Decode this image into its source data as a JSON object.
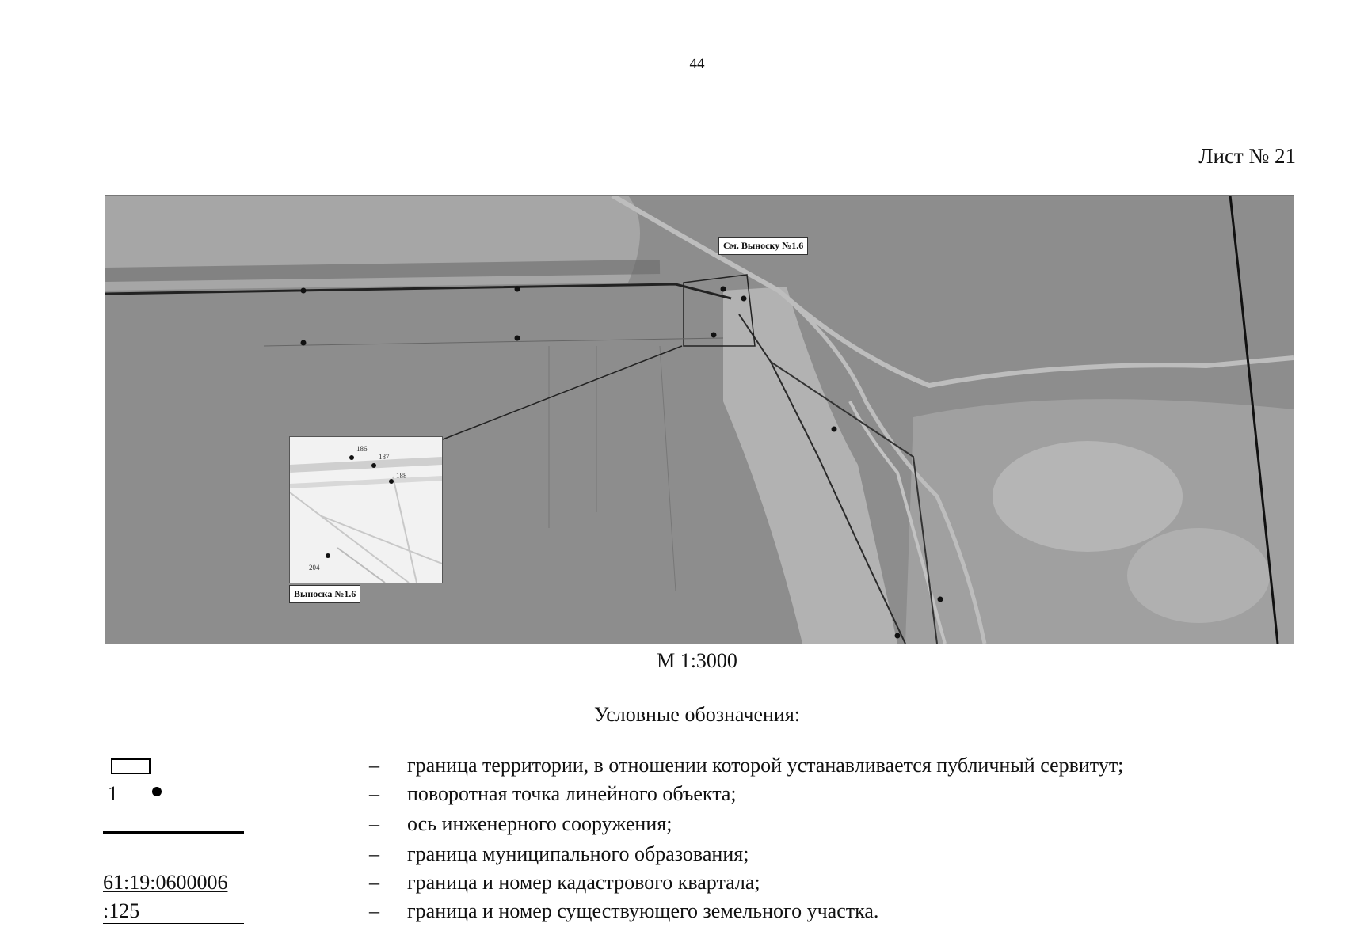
{
  "page": {
    "number": "44",
    "sheet_label": "Лист № 21"
  },
  "map": {
    "callout_tag": "См. Выноску №1.6",
    "inset_label": "Выноска №1.6",
    "inset_points": [
      "186",
      "187",
      "188",
      "204"
    ],
    "scale": "М 1:3000",
    "colors": {
      "background": "#8d8d8d",
      "road": "#b9b9b9",
      "boundary": "#1a1a1a"
    }
  },
  "legend": {
    "title": "Условные обозначения:",
    "items": [
      {
        "symbol": "rectangle",
        "dash": "–",
        "text": "граница территории, в отношении которой устанавливается публичный сервитут;"
      },
      {
        "symbol": "point",
        "symbol_text": "1",
        "dash": "–",
        "text": "поворотная точка линейного объекта;"
      },
      {
        "symbol": "none",
        "dash": "–",
        "text": "ось инженерного сооружения;"
      },
      {
        "symbol": "thick-line",
        "dash": "–",
        "text": "граница муниципального образования;"
      },
      {
        "symbol": "cadastral-code",
        "symbol_text": "61:19:0600006",
        "dash": "–",
        "text": "граница и номер кадастрового квартала;"
      },
      {
        "symbol": "parcel-code",
        "symbol_text": ":125",
        "dash": "–",
        "text": "граница и номер существующего земельного участка."
      }
    ]
  }
}
